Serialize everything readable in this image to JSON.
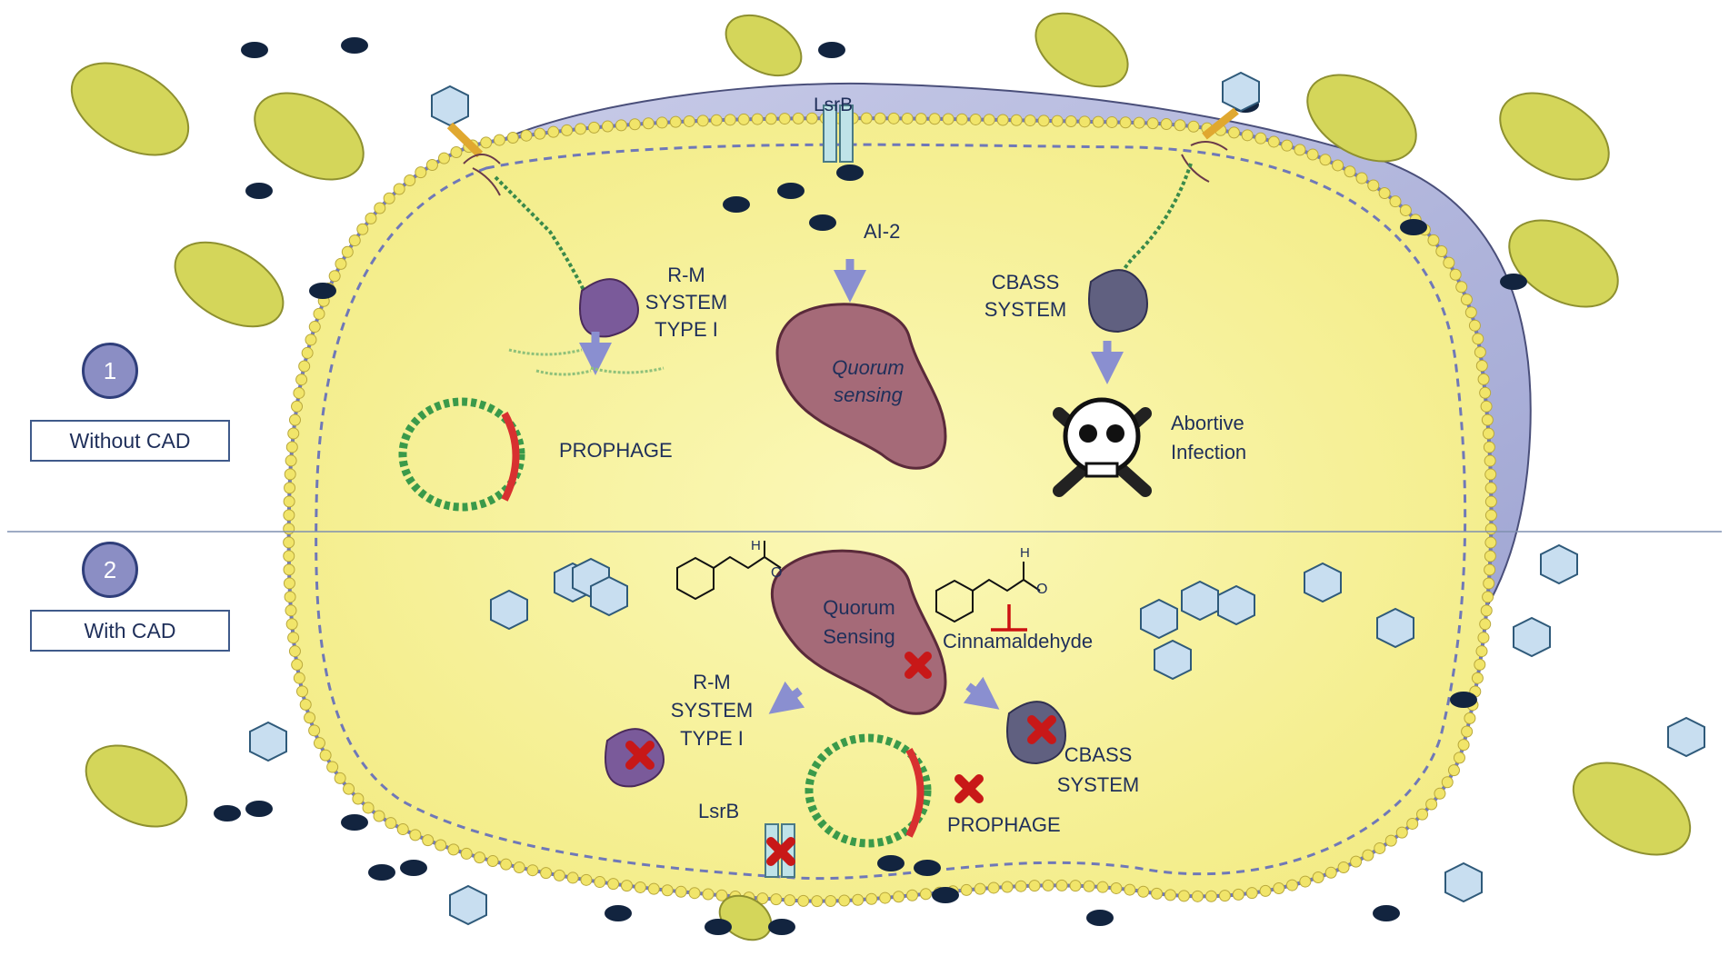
{
  "panels": [
    {
      "number": "1",
      "caption": "Without CAD"
    },
    {
      "number": "2",
      "caption": "With CAD"
    }
  ],
  "top": {
    "lsrb": "LsrB",
    "ai2": "AI-2",
    "rm_system": [
      "R-M",
      "SYSTEM",
      "TYPE I"
    ],
    "cbass_system": [
      "CBASS",
      "SYSTEM"
    ],
    "quorum": [
      "Quorum",
      "sensing"
    ],
    "prophage": "PROPHAGE",
    "abortive": [
      "Abortive",
      "Infection"
    ]
  },
  "bottom": {
    "quorum": [
      "Quorum",
      "Sensing"
    ],
    "compound": "Cinnamaldehyde",
    "rm_system": [
      "R-M",
      "SYSTEM",
      "TYPE I"
    ],
    "cbass_system": [
      "CBASS",
      "SYSTEM"
    ],
    "prophage": "PROPHAGE",
    "lsrb": "LsrB",
    "h_label": "H",
    "o_label": "O"
  },
  "colors": {
    "cytoplasm": "#f7f29a",
    "membrane_bead": "#f1e56a",
    "membrane_line": "#6f78b8",
    "host_cell": "#b8bde0",
    "bacteria": "#d4d65a",
    "ai2_molecule": "#12243f",
    "quorum_blob": "#9c5a6a",
    "inhibit_mark": "#cc1111",
    "arrow": "#8a8fd0"
  }
}
